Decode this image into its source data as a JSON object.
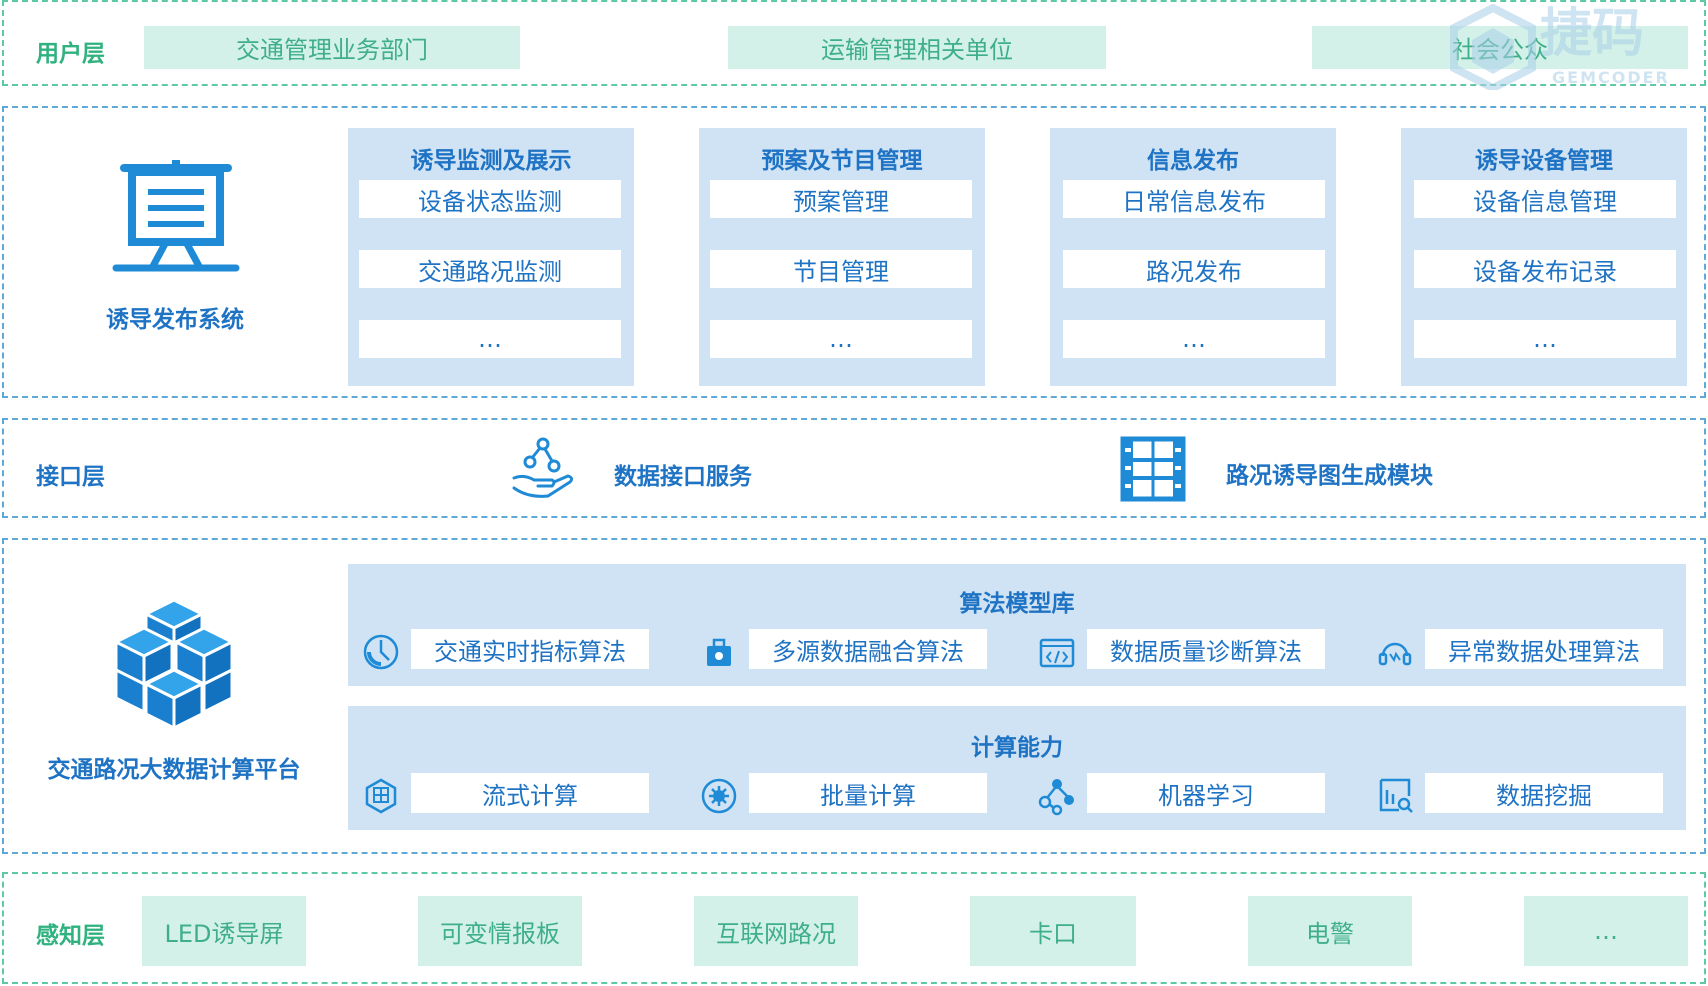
{
  "user_layer": {
    "label": "用户层",
    "items": [
      "交通管理业务部门",
      "运输管理相关单位",
      "社会公众"
    ]
  },
  "guidance_system": {
    "name": "诱导发布系统",
    "columns": [
      {
        "title": "诱导监测及展示",
        "items": [
          "设备状态监测",
          "交通路况监测",
          "…"
        ]
      },
      {
        "title": "预案及节目管理",
        "items": [
          "预案管理",
          "节目管理",
          "…"
        ]
      },
      {
        "title": "信息发布",
        "items": [
          "日常信息发布",
          "路况发布",
          "…"
        ]
      },
      {
        "title": "诱导设备管理",
        "items": [
          "设备信息管理",
          "设备发布记录",
          "…"
        ]
      }
    ]
  },
  "interface_layer": {
    "label": "接口层",
    "items": [
      {
        "label": "数据接口服务",
        "icon": "hand-data-icon"
      },
      {
        "label": "路况诱导图生成模块",
        "icon": "film-grid-icon"
      }
    ]
  },
  "platform": {
    "name": "交通路况大数据计算平台",
    "algorithm_library": {
      "title": "算法模型库",
      "items": [
        {
          "label": "交通实时指标算法",
          "icon": "clock-icon"
        },
        {
          "label": "多源数据融合算法",
          "icon": "briefcase-icon"
        },
        {
          "label": "数据质量诊断算法",
          "icon": "code-window-icon"
        },
        {
          "label": "异常数据处理算法",
          "icon": "headset-icon"
        }
      ]
    },
    "compute_capability": {
      "title": "计算能力",
      "items": [
        {
          "label": "流式计算",
          "icon": "cubes-icon"
        },
        {
          "label": "批量计算",
          "icon": "cog-icon"
        },
        {
          "label": "机器学习",
          "icon": "nodes-icon"
        },
        {
          "label": "数据挖掘",
          "icon": "chart-search-icon"
        }
      ]
    }
  },
  "perception_layer": {
    "label": "感知层",
    "items": [
      "LED诱导屏",
      "可变情报板",
      "互联网路况",
      "卡口",
      "电警",
      "…"
    ]
  },
  "watermark": {
    "cn": "捷码",
    "en": "GEMCODER"
  },
  "colors": {
    "blue": "#1f73c4",
    "green": "#2fb27f",
    "mint": "#d3f1e8",
    "panel": "#cfe3f4"
  }
}
